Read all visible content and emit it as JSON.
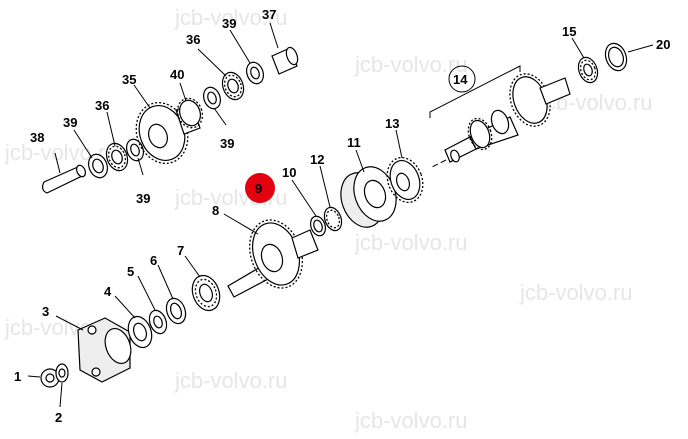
{
  "watermark": "jcb-volvo.ru",
  "labels": {
    "p1": "1",
    "p2": "2",
    "p3": "3",
    "p4": "4",
    "p5": "5",
    "p6": "6",
    "p7": "7",
    "p8": "8",
    "p9": "9",
    "p10": "10",
    "p11": "11",
    "p12": "12",
    "p13": "13",
    "p14": "14",
    "p15": "15",
    "p20": "20",
    "p35": "35",
    "p36a": "36",
    "p36b": "36",
    "p37": "37",
    "p38": "38",
    "p39a": "39",
    "p39b": "39",
    "p39c": "39",
    "p39d": "39",
    "p40": "40"
  },
  "highlight_color": "#e3000f"
}
